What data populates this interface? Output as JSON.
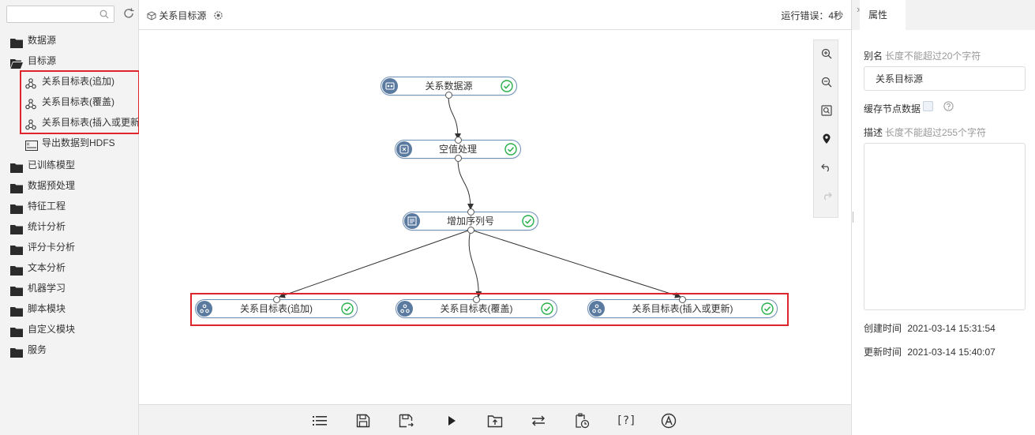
{
  "left_panel": {
    "search_placeholder": "",
    "tree": [
      {
        "type": "folder",
        "label": "数据源",
        "icon": "folder-icon",
        "expanded": false
      },
      {
        "type": "folder",
        "label": "目标源",
        "icon": "folder-open-icon",
        "expanded": true
      },
      {
        "type": "leaf",
        "label": "关系目标表(追加)",
        "icon": "relation-icon"
      },
      {
        "type": "leaf",
        "label": "关系目标表(覆盖)",
        "icon": "relation-icon"
      },
      {
        "type": "leaf",
        "label": "关系目标表(插入或更新",
        "icon": "relation-icon"
      },
      {
        "type": "leaf",
        "label": "导出数据到HDFS",
        "icon": "hdfs-icon"
      },
      {
        "type": "folder",
        "label": "已训练模型",
        "icon": "folder-icon"
      },
      {
        "type": "folder",
        "label": "数据预处理",
        "icon": "folder-icon"
      },
      {
        "type": "folder",
        "label": "特征工程",
        "icon": "folder-icon"
      },
      {
        "type": "folder",
        "label": "统计分析",
        "icon": "folder-icon"
      },
      {
        "type": "folder",
        "label": "评分卡分析",
        "icon": "folder-icon"
      },
      {
        "type": "folder",
        "label": "文本分析",
        "icon": "folder-icon"
      },
      {
        "type": "folder",
        "label": "机器学习",
        "icon": "folder-icon"
      },
      {
        "type": "folder",
        "label": "脚本模块",
        "icon": "folder-icon"
      },
      {
        "type": "folder",
        "label": "自定义模块",
        "icon": "folder-icon"
      },
      {
        "type": "folder",
        "label": "服务",
        "icon": "folder-icon"
      }
    ]
  },
  "canvas_header": {
    "title": "关系目标源",
    "run_status": "运行错误：4秒"
  },
  "workflow": {
    "nodes": [
      {
        "label": "关系数据源",
        "status": "success"
      },
      {
        "label": "空值处理",
        "status": "success"
      },
      {
        "label": "增加序列号",
        "status": "success"
      },
      {
        "label": "关系目标表(追加)",
        "status": "success"
      },
      {
        "label": "关系目标表(覆盖)",
        "status": "success"
      },
      {
        "label": "关系目标表(插入或更新)",
        "status": "success"
      }
    ],
    "edges": [
      [
        "关系数据源",
        "空值处理"
      ],
      [
        "空值处理",
        "增加序列号"
      ],
      [
        "增加序列号",
        "关系目标表(追加)"
      ],
      [
        "增加序列号",
        "关系目标表(覆盖)"
      ],
      [
        "增加序列号",
        "关系目标表(插入或更新)"
      ]
    ]
  },
  "zoom_tools": [
    "zoom-in-icon",
    "zoom-out-icon",
    "fit-view-icon",
    "locate-icon",
    "undo-icon",
    "redo-icon"
  ],
  "bottom_toolbar": [
    "list-icon",
    "save-icon",
    "save-as-icon",
    "run-icon",
    "export-icon",
    "swap-icon",
    "schedule-icon",
    "help-bracket-icon",
    "auto-layout-icon"
  ],
  "properties": {
    "tab_label": "属性",
    "alias_label": "别名",
    "alias_hint": "长度不能超过20个字符",
    "alias_value": "关系目标源",
    "cache_label": "缓存节点数据",
    "desc_label": "描述",
    "desc_hint": "长度不能超过255个字符",
    "desc_value": "",
    "created_label": "创建时间",
    "created_value": "2021-03-14 15:31:54",
    "updated_label": "更新时间",
    "updated_value": "2021-03-14 15:40:07"
  },
  "colors": {
    "accent_node": "#5b7aa0",
    "success": "#27b04a",
    "highlight_box": "#e0242b"
  }
}
